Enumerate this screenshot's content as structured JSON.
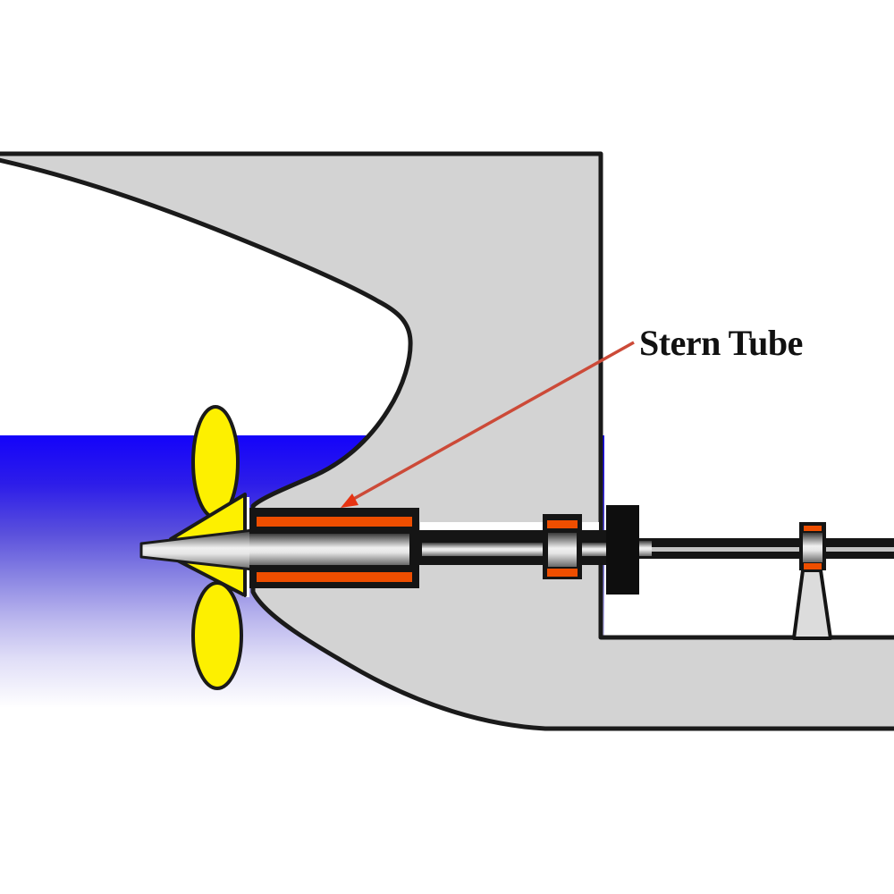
{
  "diagram": {
    "annotation": {
      "label": "Stern Tube"
    },
    "parts": [
      {
        "name": "hull",
        "description": "ship stern hull cross-section"
      },
      {
        "name": "water",
        "description": "sea water gradient band"
      },
      {
        "name": "propeller",
        "description": "yellow propeller with hub cone"
      },
      {
        "name": "stern-tube",
        "description": "stern tube housing with forward and aft seal rings"
      },
      {
        "name": "propeller-shaft",
        "description": "propeller shaft line"
      },
      {
        "name": "shaft-bearing",
        "description": "shaft bearing blocks with seal rings"
      },
      {
        "name": "coupling-flange",
        "description": "black shaft coupling flange at bulkhead"
      },
      {
        "name": "bearing-pedestal",
        "description": "intermediate bearing pedestal on tank top"
      }
    ],
    "colors": {
      "hull": "#D3D3D3",
      "outline": "#1A1A1A",
      "water_top": "#1403FA",
      "water_bottom": "#FFFFFF",
      "propeller": "#FDF000",
      "seal": "#EE4E00",
      "shaft_black": "#151515",
      "flange_black": "#0E0E0E",
      "aft_shaft_line": "#C4C4C4",
      "pedestal": "#DCDCDC",
      "arrow": "#CC4A38",
      "arrowhead": "#E63312",
      "label": "#111111"
    }
  }
}
